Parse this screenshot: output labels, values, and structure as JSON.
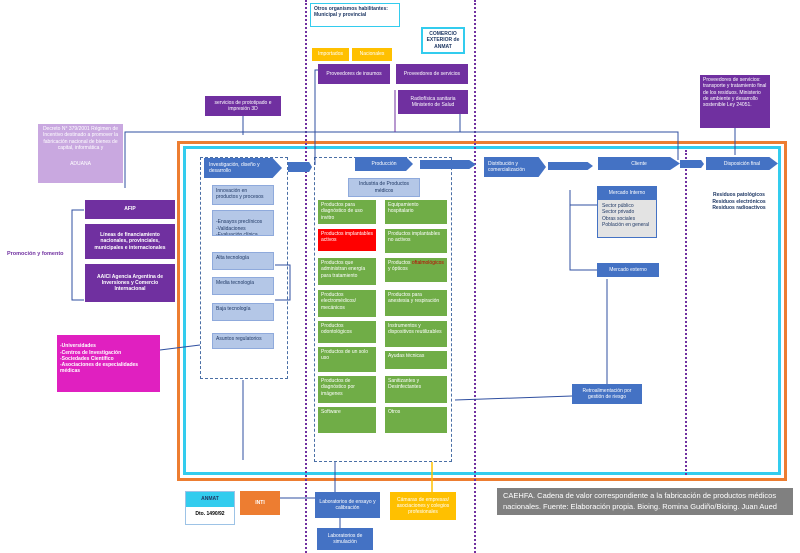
{
  "top_header": {
    "title": "Otros organismos habilitantes: Municipal y provincial"
  },
  "comercio": {
    "label": "COMERCIO EXTERIOR de ANMAT"
  },
  "imports": {
    "importados": "Importados",
    "nacionales": "Nacionales"
  },
  "providers": {
    "insumos": "Proveedores de insumos",
    "servicios": "Proveedores de servicios",
    "radiofisica": "Radiofísica sanitaria Ministerio de Salud",
    "transporte": "Proveedores de servicios: transporte y tratamiento final de los residuos. Ministerio de ambiente y desarrollo sostenible Ley 24051."
  },
  "prototipado": "servicios de prototipado e impresión 3D",
  "decreto": {
    "text": "Decreto N° 379/2001 Régimen de Incentivo destinado a promover la fabricación nacional de bienes de capital, informática y",
    "aduana": "ADUANA"
  },
  "promocion": "Promoción y fomento",
  "afip": "AFIP",
  "financiamiento": "Líneas de financiamiento nacionales, provinciales, municipales e internacionales",
  "aaici": "AAICI Agencia Argentina de Inversiones y Comercio Internacional",
  "universidades": "-Universidades\n-Centros de Investigación\n-Sociedades Científico\n-Asociaciones de especialidades médicas",
  "chain": {
    "investigacion": "Investigación, diseño y desarrollo",
    "produccion": "Producción",
    "distribucion": "Distribución y comercialización",
    "cliente": "Cliente",
    "disposicion": "Disposición final"
  },
  "investigacion_items": {
    "innovacion": "Innovación en productos y procesos",
    "ensayos": "-Ensayos preclínicos\n-Validaciones\n-Evaluación clínica",
    "alta": "Alta tecnología",
    "media": "Media tecnología",
    "baja": "Baja tecnología",
    "regulatorios": "Asuntos regulatorios"
  },
  "industria": "Industria de Productos médicos",
  "products": {
    "p1": "Productos para diagnóstico de uso invitro",
    "p2": "Equipamiento hospitalario",
    "p3": "Productos implantables activos",
    "p4": "Productos implantables no activos",
    "p5": "Productos que administran energía para tratamiento",
    "p6a": "Productos ",
    "p6b": "oftalmológicos",
    "p6c": " y ópticos",
    "p7": "Productos electromédicos/ mecánicos",
    "p8": "Productos para anestesia y respiración",
    "p9": "Productos odontológicos",
    "p10": "Instrumentos y dispositivos reutilizables",
    "p11": "Productos de un solo uso",
    "p12": "Ayudas técnicas",
    "p13": "Productos de diagnóstico por imágenes",
    "p14": "Sanitizantes y Desinfectantes",
    "p15": "Software",
    "p16": "Otros"
  },
  "mercado_interno": {
    "title": "Mercado Interno",
    "items": "Sector público\nSector privado\nObras sociales\nPoblación en general"
  },
  "mercado_externo": "Mercado externo",
  "residuos": "Residuos patológicos\nResiduos electrónicos\nResiduos radioactivos",
  "retro": "Retroalimentación por gestión de riesgo",
  "anmat": {
    "title": "ANMAT",
    "dto": "Dto. 1490/92"
  },
  "inti": "INTI",
  "laboratorios_ensayo": "Laboratorios de ensayo y calibración",
  "laboratorios_sim": "Laboratorios de simulación",
  "camaras": "Cámaras de empresas/ asociaciones y colegios profesionales",
  "caption": "CAEHFA. Cadena de valor correspondiente a la fabricación de productos médicos nacionales. Fuente: Elaboración propia. Bioing. Romina Gudiño/Bioing. Juan Aued",
  "colors": {
    "purple": "#7030a0",
    "blue": "#4472c4",
    "green": "#70ad47",
    "orange": "#ed7d31",
    "cyan": "#33ccee",
    "magenta": "#e020c0"
  }
}
